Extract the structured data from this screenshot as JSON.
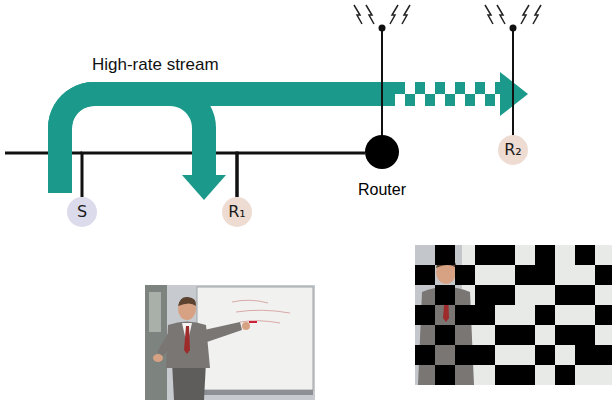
{
  "diagram": {
    "nodes": [
      {
        "text": [
          "S"
        ]
      },
      {
        "text": [
          "R₁"
        ]
      },
      {
        "text": [
          "Router"
        ]
      },
      {
        "text": [
          "R₂"
        ]
      }
    ],
    "edges": [
      {
        "from": 0,
        "to": 1,
        "arrow": "none"
      },
      {
        "from": 1,
        "to": 2,
        "arrow": "none"
      },
      {
        "from": 0,
        "to": 3,
        "arrow": "to",
        "label": "High-rate stream"
      },
      {
        "from": 0,
        "to": 1,
        "arrow": "to"
      }
    ]
  }
}
